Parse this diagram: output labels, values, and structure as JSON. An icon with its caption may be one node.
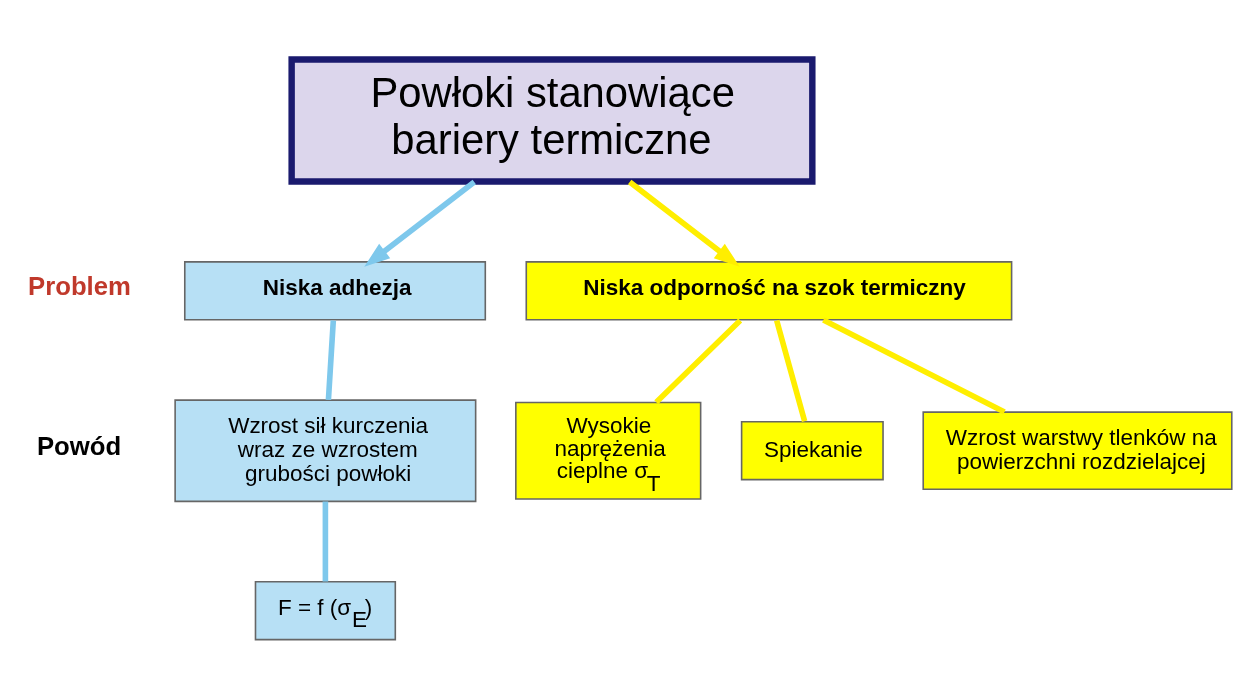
{
  "diagram": {
    "nodes": [
      {
        "text": [
          "Powłoki stanowiące bariery termiczne"
        ]
      },
      {
        "text": [
          "Niska adhezja"
        ]
      },
      {
        "text": [
          "Niska odporność na szok termiczny"
        ]
      },
      {
        "text": [
          "Wzrost sił kurczenia wraz ze wzrostem grubości powłoki"
        ]
      },
      {
        "text": [
          "F = f (σ$_{E}$)"
        ]
      },
      {
        "text": [
          "Wysokie naprężenia cieplne σ$_{T}$"
        ]
      },
      {
        "text": [
          "Spiekanie"
        ]
      },
      {
        "text": [
          "Wzrost warstwy tlenków na powierzchni rozdzielajcej"
        ]
      }
    ],
    "edges": [
      {
        "from": 0,
        "to": 1,
        "arrow": "to",
        "color": "#7ec8ec"
      },
      {
        "from": 0,
        "to": 2,
        "arrow": "to"
      },
      {
        "from": 1,
        "to": 3,
        "arrow": "none",
        "color": "#7ec8ec"
      },
      {
        "from": 3,
        "to": 4,
        "arrow": "none",
        "color": "#7ec8ec"
      },
      {
        "from": 2,
        "to": 5,
        "arrow": "none"
      },
      {
        "from": 2,
        "to": 6,
        "arrow": "none"
      },
      {
        "from": 2,
        "to": 7,
        "arrow": "none"
      }
    ],
    "labels": [
      "Problem",
      "Powód"
    ]
  }
}
